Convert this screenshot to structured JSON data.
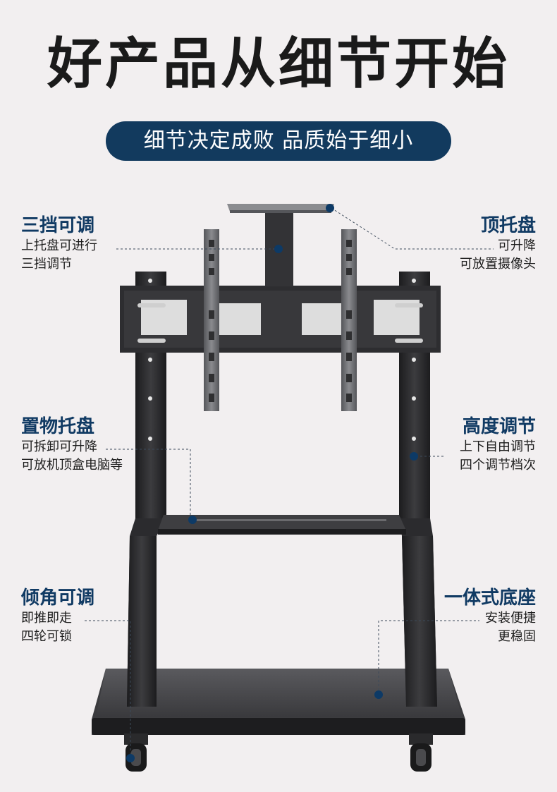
{
  "title": "好产品从细节开始",
  "subtitle": "细节决定成败 品质始于细小",
  "features": {
    "three_step": {
      "heading": "三挡可调",
      "lines": [
        "上托盘可进行",
        "三挡调节"
      ]
    },
    "top_tray": {
      "heading": "顶托盘",
      "lines": [
        "可升降",
        "可放置摄像头"
      ]
    },
    "shelf": {
      "heading": "置物托盘",
      "lines": [
        "可拆卸可升降",
        "可放机顶盒电脑等"
      ]
    },
    "height": {
      "heading": "高度调节",
      "lines": [
        "上下自由调节",
        "四个调节档次"
      ]
    },
    "tilt": {
      "heading": "倾角可调",
      "lines": [
        "即推即走",
        "四轮可锁"
      ]
    },
    "base": {
      "heading": "一体式底座",
      "lines": [
        "安装便捷",
        "更稳固"
      ]
    }
  },
  "colors": {
    "heading": "#103a63",
    "pill": "#123a5e",
    "background": "#f2eff0",
    "stand": "#2a2a2c",
    "dot": "#0d3a66"
  }
}
